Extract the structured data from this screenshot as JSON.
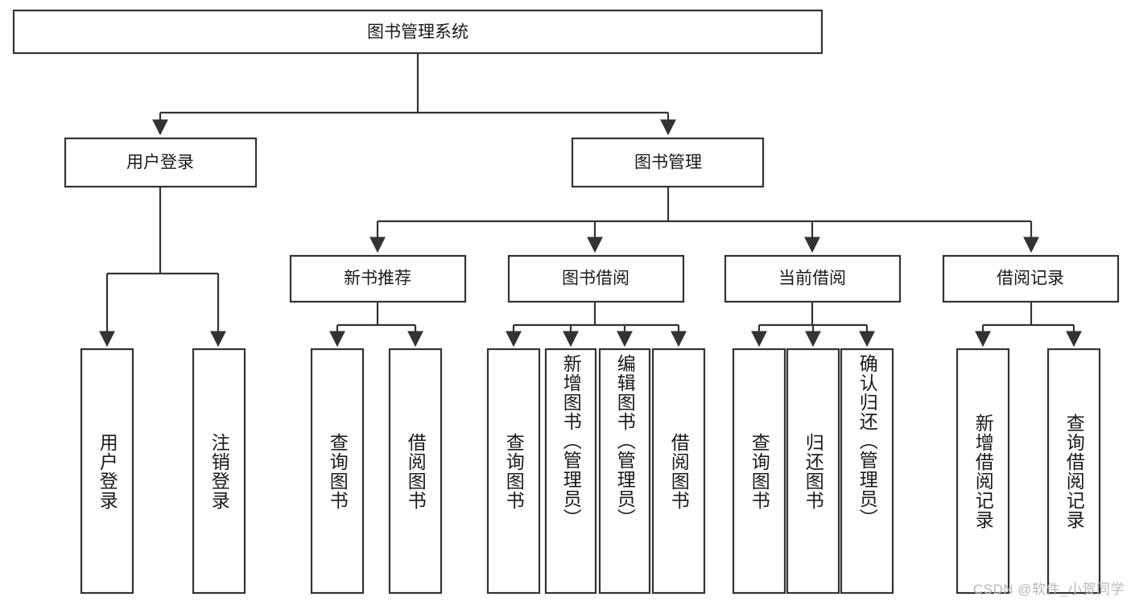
{
  "diagram": {
    "type": "tree-hierarchy",
    "title": "图书管理系统",
    "watermark": "CSDN @软件_小贺同学",
    "colors": {
      "box_stroke": "#333333",
      "box_fill": "#ffffff",
      "text": "#1a1a1a",
      "watermark": "#b8b8b8",
      "background": "#ffffff"
    },
    "root": {
      "label": "图书管理系统"
    },
    "level2": [
      {
        "label": "用户登录"
      },
      {
        "label": "图书管理"
      }
    ],
    "level3": [
      {
        "label": "新书推荐"
      },
      {
        "label": "图书借阅"
      },
      {
        "label": "当前借阅"
      },
      {
        "label": "借阅记录"
      }
    ],
    "leaves": {
      "user_login": [
        {
          "label": "用户登录"
        },
        {
          "label": "注销登录"
        }
      ],
      "new_book_recommend": [
        {
          "label": "查询图书"
        },
        {
          "label": "借阅图书"
        }
      ],
      "book_borrow": [
        {
          "label": "查询图书"
        },
        {
          "label": "新增图书（管理员）"
        },
        {
          "label": "编辑图书（管理员）"
        },
        {
          "label": "借阅图书"
        }
      ],
      "current_borrow": [
        {
          "label": "查询图书"
        },
        {
          "label": "归还图书"
        },
        {
          "label": "确认归还（管理员）"
        }
      ],
      "borrow_record": [
        {
          "label": "新增借阅记录"
        },
        {
          "label": "查询借阅记录"
        }
      ]
    }
  }
}
